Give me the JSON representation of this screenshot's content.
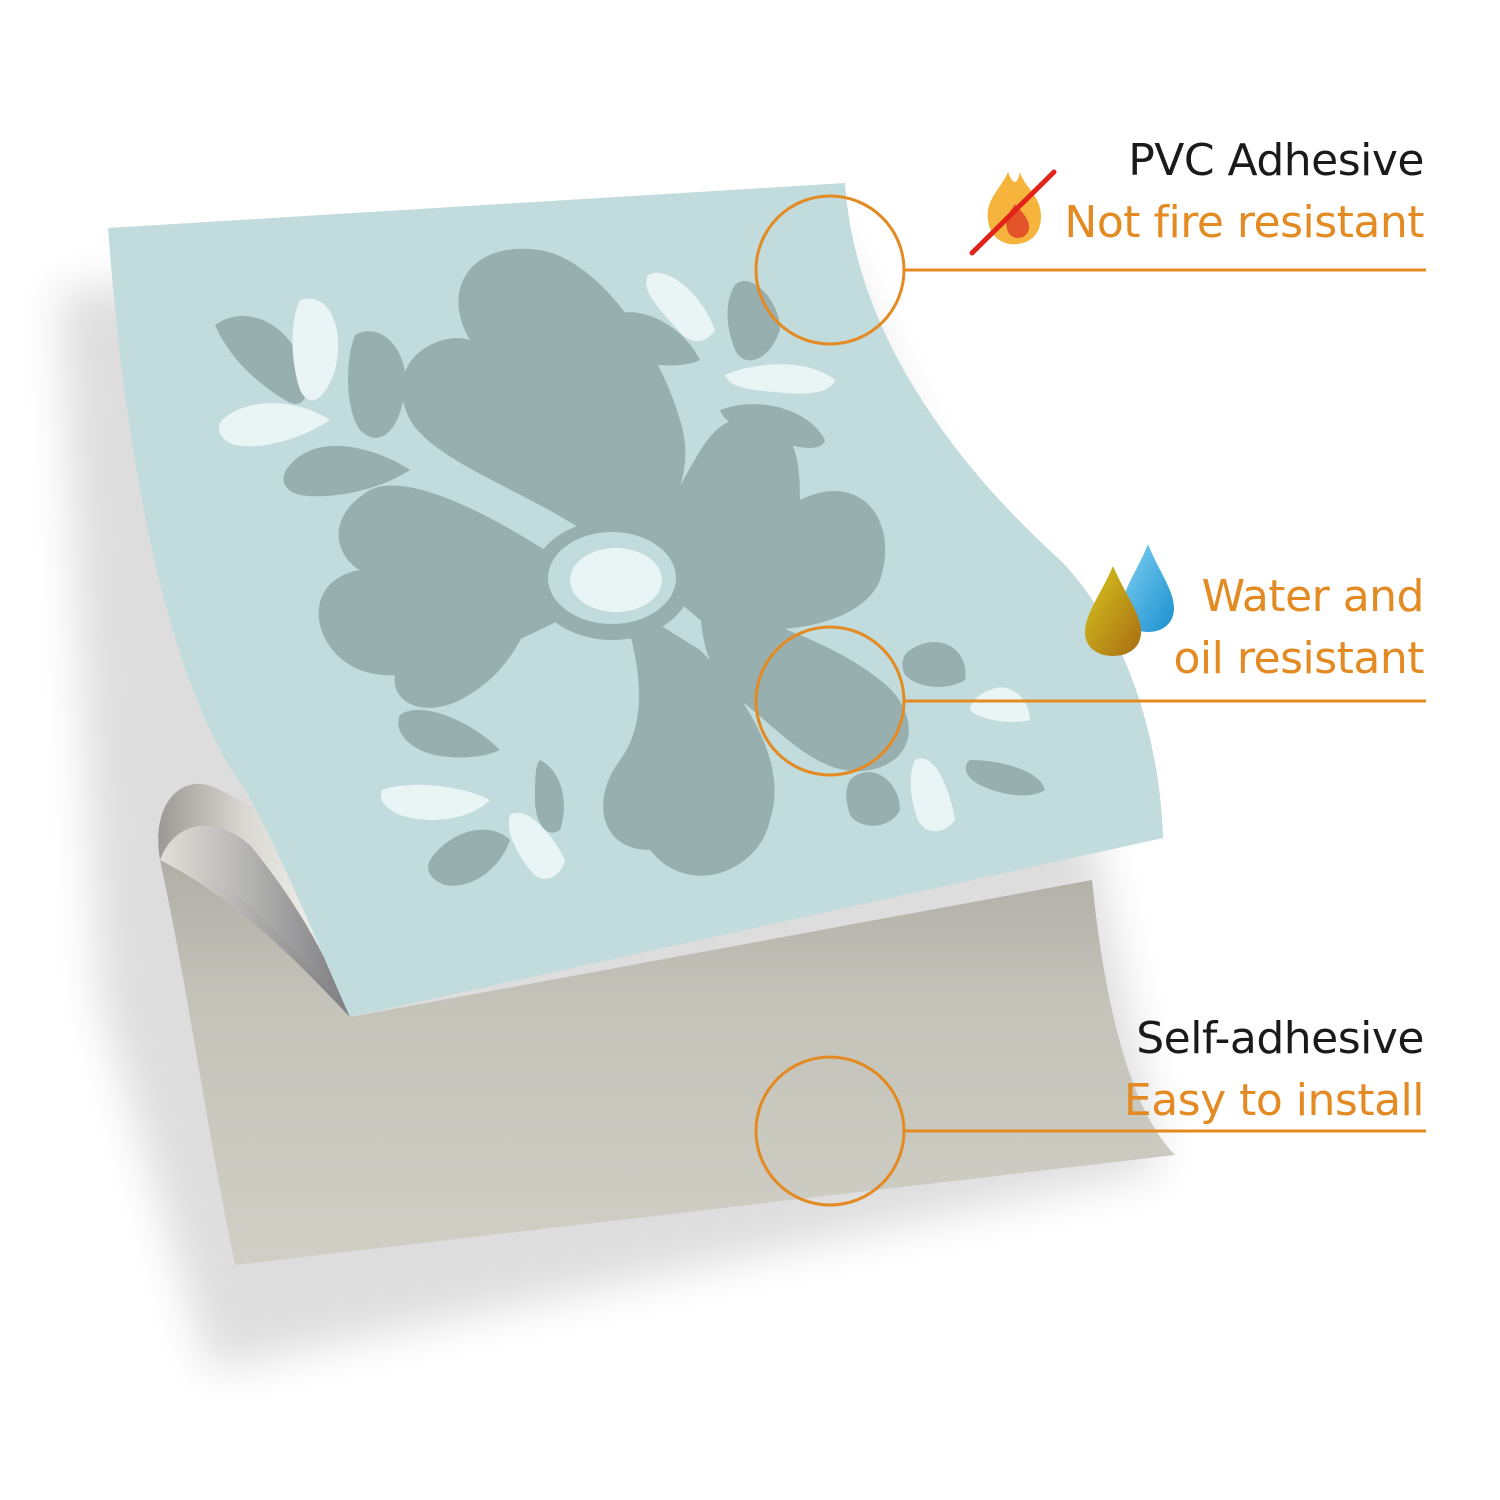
{
  "colors": {
    "accent": "#E38A22",
    "tile_base": "#C2DCDD",
    "pattern_dark": "#98AFB0",
    "pattern_light": "#E9F4F5",
    "backing": "#C8C7BE"
  },
  "features": [
    {
      "title": "PVC Adhesive",
      "detail": "Not fire resistant",
      "icon": "crossed-out-flame-icon"
    },
    {
      "title": "",
      "detail": "Water and oil resistant",
      "detail_lines": [
        "Water and",
        "oil resistant"
      ],
      "icon": "water-and-oil-drops-icon"
    },
    {
      "title": "Self-adhesive",
      "detail": "Easy to install",
      "icon": ""
    }
  ]
}
